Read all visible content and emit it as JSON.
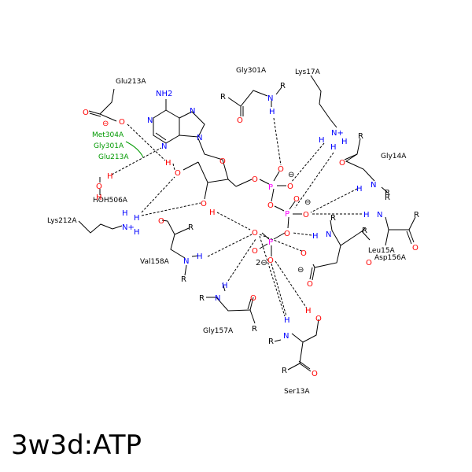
{
  "title": "3w3d:ATP",
  "residues": {
    "glu213a": "Glu213A",
    "gly301a": "Gly301A",
    "lys17a": "Lys17A",
    "gly14a": "Gly14A",
    "lys212a": "Lys212A",
    "hoh506a": "HOH506A",
    "val158a": "Val158A",
    "leu15a": "Leu15A",
    "asp156a": "Asp156A",
    "gly157a": "Gly157A",
    "ser13a": "Ser13A"
  },
  "green_labels": [
    "Met304A",
    "Gly301A",
    "Glu213A"
  ],
  "atoms": {
    "nh2": "NH2",
    "n": "N",
    "o": "O",
    "h": "H",
    "p": "P",
    "r": "R",
    "nplus": "N+",
    "minus": "⊖",
    "two_minus": "2⊖"
  }
}
